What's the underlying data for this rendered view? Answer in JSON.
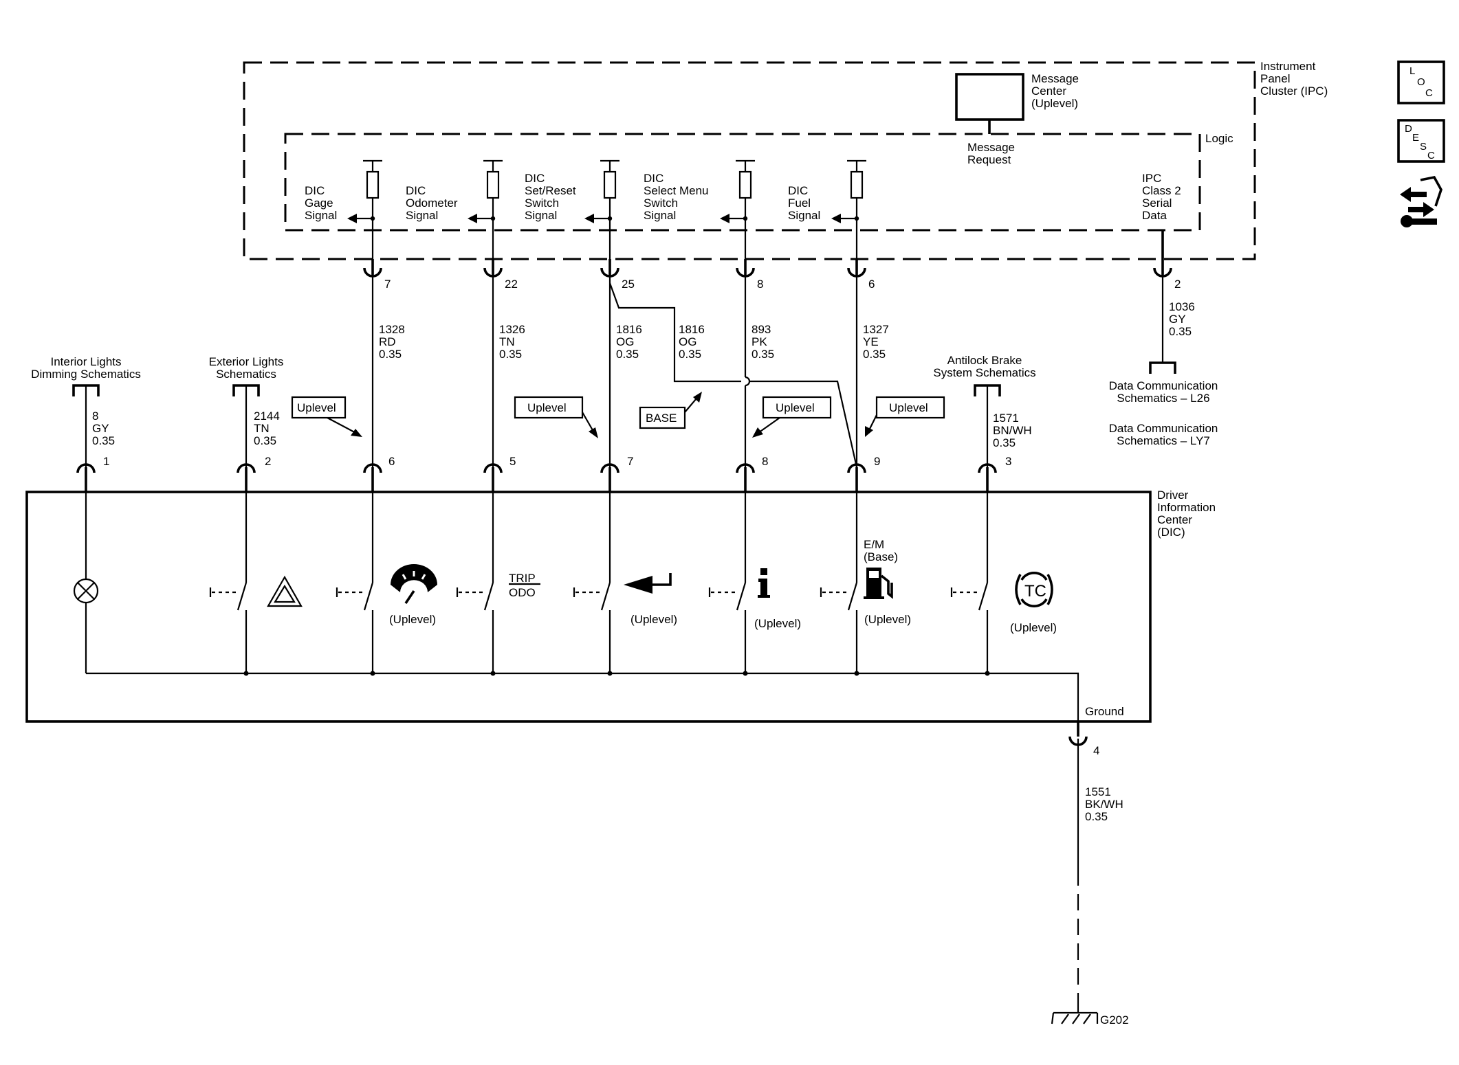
{
  "ipc": {
    "title": [
      "Instrument",
      "Panel",
      "Cluster (IPC)"
    ],
    "logic_label": "Logic",
    "message_center": [
      "Message",
      "Center",
      "(Uplevel)"
    ],
    "message_request": [
      "Message",
      "Request"
    ],
    "class2": [
      "IPC",
      "Class 2",
      "Serial",
      "Data"
    ],
    "signals": [
      {
        "lines": [
          "DIC",
          "Gage",
          "Signal"
        ],
        "pin": "7",
        "wire": [
          "1328",
          "RD",
          "0.35"
        ]
      },
      {
        "lines": [
          "DIC",
          "Odometer",
          "Signal"
        ],
        "pin": "22",
        "wire": [
          "1326",
          "TN",
          "0.35"
        ]
      },
      {
        "lines": [
          "DIC",
          "Set/Reset",
          "Switch",
          "Signal"
        ],
        "pin": "25",
        "wire": [
          "1816",
          "OG",
          "0.35"
        ]
      },
      {
        "lines": [
          "DIC",
          "Select Menu",
          "Switch",
          "Signal"
        ],
        "pin": "8",
        "wire": [
          "893",
          "PK",
          "0.35"
        ]
      },
      {
        "lines": [
          "DIC",
          "Fuel",
          "Signal"
        ],
        "pin": "6",
        "wire": [
          "1327",
          "YE",
          "0.35"
        ]
      }
    ],
    "class2_pin": "2",
    "class2_wire": [
      "1036",
      "GY",
      "0.35"
    ],
    "base_wire": [
      "1816",
      "OG",
      "0.35"
    ]
  },
  "data_comm": [
    "Data Communication",
    "Schematics – L26",
    "Data Communication",
    "Schematics – LY7"
  ],
  "refs": {
    "interior": [
      "Interior Lights",
      "Dimming Schematics"
    ],
    "exterior": [
      "Exterior Lights",
      "Schematics"
    ],
    "abs": [
      "Antilock Brake",
      "System Schematics"
    ]
  },
  "external_wires": {
    "interior": [
      "8",
      "GY",
      "0.35"
    ],
    "exterior": [
      "2144",
      "TN",
      "0.35"
    ],
    "abs": [
      "1571",
      "BN/WH",
      "0.35"
    ]
  },
  "dic": {
    "title": [
      "Driver",
      "Information",
      "Center",
      "(DIC)"
    ],
    "pins": [
      "1",
      "2",
      "6",
      "5",
      "7",
      "8",
      "9",
      "3"
    ],
    "ground_label": "Ground",
    "ground_pin": "4",
    "ground_wire": [
      "1551",
      "BK/WH",
      "0.35"
    ],
    "ground_ref": "G202",
    "trip": "TRIP",
    "odo": "ODO",
    "em_base": [
      "E/M",
      "(Base)"
    ],
    "captions": [
      "(Uplevel)",
      "(Uplevel)",
      "(Uplevel)",
      "(Uplevel)",
      "(Uplevel)"
    ]
  },
  "callouts": {
    "uplevel": "Uplevel",
    "base": "BASE"
  },
  "side_icons": {
    "loc": [
      "L",
      "O",
      "C"
    ],
    "desc": [
      "D",
      "E",
      "S",
      "C"
    ],
    "tool": "wrench-arrows-icon"
  }
}
